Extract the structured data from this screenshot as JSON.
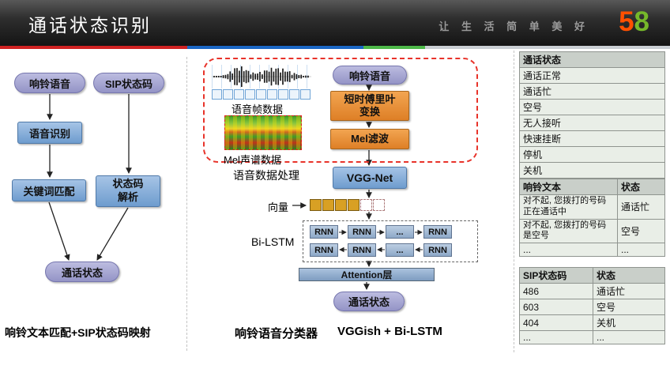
{
  "header": {
    "title": "通话状态识别",
    "slogan": "让 生 活 简 单 美 好",
    "logo_5": "5",
    "logo_8": "8"
  },
  "colors": {
    "brand_orange": "#ff5000",
    "brand_green": "#76b82a",
    "node_purple": "#a0a0d0",
    "node_blue": "#7da3d4",
    "node_orange": "#e8913c",
    "dashed_red": "#e8332a"
  },
  "left": {
    "ring_voice": "响铃语音",
    "sip_code": "SIP状态码",
    "asr": "语音识别",
    "keyword_match": "关键词匹配",
    "code_parse_line1": "状态码",
    "code_parse_line2": "解析",
    "call_status": "通话状态",
    "caption": "响铃文本匹配+SIP状态码映射"
  },
  "middle": {
    "frame_label": "语音帧数据",
    "mel_label": "Mel声谱数据",
    "ring_voice": "响铃语音",
    "stft_line1": "短时傅里叶",
    "stft_line2": "变换",
    "mel_filter": "Mel滤波",
    "processing_label": "语音数据处理",
    "vgg": "VGG-Net",
    "vector_label": "向量",
    "bilstm_label": "Bi-LSTM",
    "rnn_cells": [
      "RNN",
      "RNN",
      "...",
      "RNN"
    ],
    "attention": "Attention层",
    "call_status": "通话状态",
    "caption_left": "响铃语音分类器",
    "caption_right": "VGGish + Bi-LSTM"
  },
  "right": {
    "status_table": {
      "header": "通话状态",
      "rows": [
        "通话正常",
        "通话忙",
        "空号",
        "无人接听",
        "快速挂断",
        "停机",
        "关机"
      ]
    },
    "text_table": {
      "headers": [
        "响铃文本",
        "状态"
      ],
      "rows": [
        [
          "对不起, 您拨打的号码正在通话中",
          "通话忙"
        ],
        [
          "对不起, 您拨打的号码是空号",
          "空号"
        ],
        [
          "...",
          "..."
        ]
      ]
    },
    "sip_table": {
      "headers": [
        "SIP状态码",
        "状态"
      ],
      "rows": [
        [
          "486",
          "通话忙"
        ],
        [
          "603",
          "空号"
        ],
        [
          "404",
          "关机"
        ],
        [
          "...",
          "..."
        ]
      ]
    }
  }
}
